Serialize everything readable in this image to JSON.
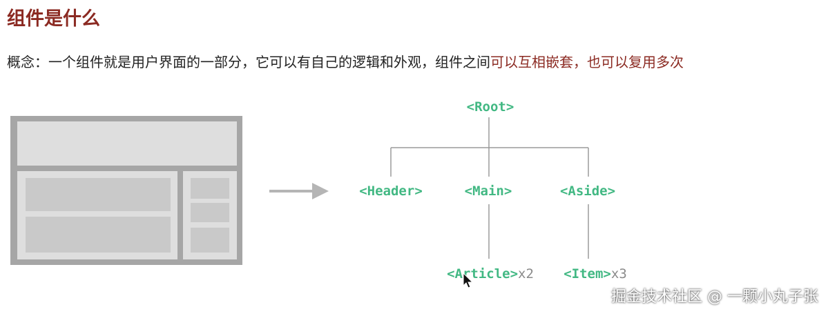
{
  "title": "组件是什么",
  "concept": {
    "prefix": "概念：一个组件就是用户界面的一部分，它可以有自己的逻辑和外观，组件之间",
    "highlight1": "可以互相嵌套",
    "separator": "，",
    "highlight2": "也可以复用多次"
  },
  "tree": {
    "root": "<Root>",
    "header": "<Header>",
    "main": "<Main>",
    "aside": "<Aside>",
    "article": "<Article>",
    "article_count": "x2",
    "item": "<Item>",
    "item_count": "x3"
  },
  "colors": {
    "title": "#8b2a22",
    "node": "#42b883",
    "line": "#9a9a9a",
    "multiplier": "#8a8a8a"
  },
  "watermark": "掘金技术社区 @ 一颗小丸子张"
}
